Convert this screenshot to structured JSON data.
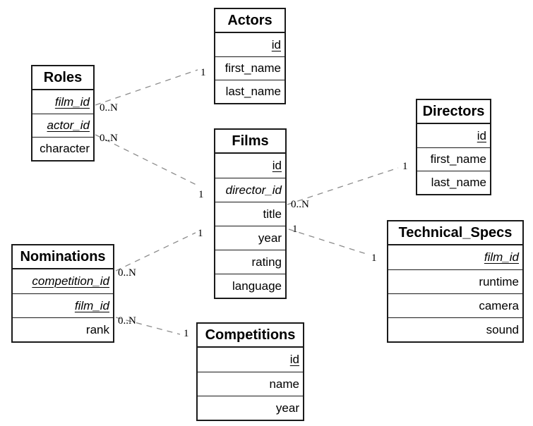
{
  "diagram": {
    "kind": "entity-relationship-diagram",
    "colors": {
      "background": "#ffffff",
      "table_border": "#1a1a1a",
      "text": "#000000",
      "connector_line": "#8c8c8c"
    },
    "tables": [
      {
        "title": "Actors",
        "fields": [
          {
            "name": "id",
            "pk": true,
            "fk": false
          },
          {
            "name": "first_name",
            "pk": false,
            "fk": false
          },
          {
            "name": "last_name",
            "pk": false,
            "fk": false
          }
        ]
      },
      {
        "title": "Roles",
        "fields": [
          {
            "name": "film_id",
            "pk": true,
            "fk": true
          },
          {
            "name": "actor_id",
            "pk": true,
            "fk": true
          },
          {
            "name": "character",
            "pk": false,
            "fk": false
          }
        ]
      },
      {
        "title": "Films",
        "fields": [
          {
            "name": "id",
            "pk": true,
            "fk": false
          },
          {
            "name": "director_id",
            "pk": false,
            "fk": true
          },
          {
            "name": "title",
            "pk": false,
            "fk": false
          },
          {
            "name": "year",
            "pk": false,
            "fk": false
          },
          {
            "name": "rating",
            "pk": false,
            "fk": false
          },
          {
            "name": "language",
            "pk": false,
            "fk": false
          }
        ]
      },
      {
        "title": "Directors",
        "fields": [
          {
            "name": "id",
            "pk": true,
            "fk": false
          },
          {
            "name": "first_name",
            "pk": false,
            "fk": false
          },
          {
            "name": "last_name",
            "pk": false,
            "fk": false
          }
        ]
      },
      {
        "title": "Nominations",
        "fields": [
          {
            "name": "competition_id",
            "pk": true,
            "fk": true
          },
          {
            "name": "film_id",
            "pk": true,
            "fk": true
          },
          {
            "name": "rank",
            "pk": false,
            "fk": false
          }
        ]
      },
      {
        "title": "Competitions",
        "fields": [
          {
            "name": "id",
            "pk": true,
            "fk": false
          },
          {
            "name": "name",
            "pk": false,
            "fk": false
          },
          {
            "name": "year",
            "pk": false,
            "fk": false
          }
        ]
      },
      {
        "title": "Technical_Specs",
        "fields": [
          {
            "name": "film_id",
            "pk": true,
            "fk": true
          },
          {
            "name": "runtime",
            "pk": false,
            "fk": false
          },
          {
            "name": "camera",
            "pk": false,
            "fk": false
          },
          {
            "name": "sound",
            "pk": false,
            "fk": false
          }
        ]
      }
    ],
    "connectors": [
      {
        "from": "Roles",
        "to": "Actors",
        "from_card": "0..N",
        "to_card": "1"
      },
      {
        "from": "Roles",
        "to": "Films",
        "from_card": "0..N",
        "to_card": "1"
      },
      {
        "from": "Nominations",
        "to": "Films",
        "from_card": "0..N",
        "to_card": "1"
      },
      {
        "from": "Films",
        "to": "Directors",
        "from_card": "0..N",
        "to_card": "1"
      },
      {
        "from": "Films",
        "to": "Technical_Specs",
        "from_card": "1",
        "to_card": "1"
      },
      {
        "from": "Nominations",
        "to": "Competitions",
        "from_card": "0..N",
        "to_card": "1"
      }
    ]
  }
}
